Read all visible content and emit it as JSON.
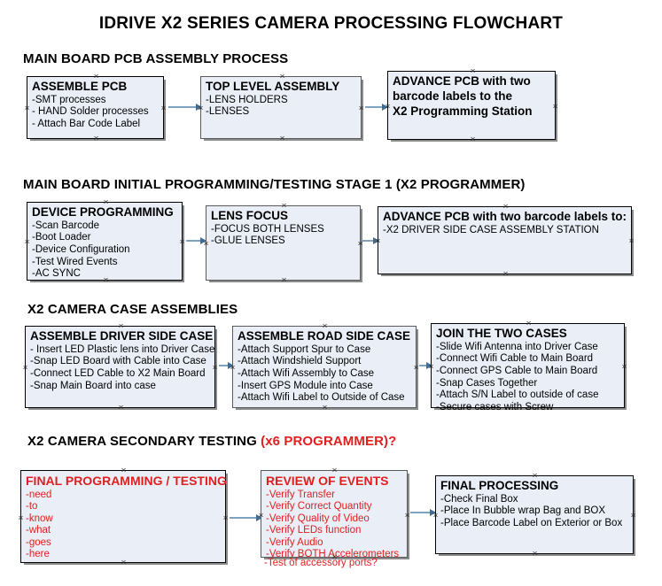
{
  "title": "IDRIVE X2  SERIES CAMERA PROCESSING FLOWCHART",
  "sections": [
    {
      "id": "main-board-pcb-assembly",
      "heading": "MAIN BOARD PCB ASSEMBLY PROCESS",
      "accent": ""
    },
    {
      "id": "main-board-initial-programming",
      "heading": "MAIN BOARD INITIAL PROGRAMMING/TESTING STAGE 1 (X2 PROGRAMMER)",
      "accent": ""
    },
    {
      "id": "x2-camera-case-assemblies",
      "heading": "X2 CAMERA CASE ASSEMBLIES",
      "accent": ""
    },
    {
      "id": "x2-camera-secondary-testing",
      "heading": "X2 CAMERA SECONDARY TESTING ",
      "accent": "(x6 PROGRAMMER)?"
    }
  ],
  "boxes": [
    {
      "id": "assemble-pcb",
      "title": "ASSEMBLE PCB",
      "lines": [
        "-SMT processes",
        "- HAND Solder processes",
        "- Attach Bar Code Label"
      ]
    },
    {
      "id": "top-level-assembly",
      "title": "TOP LEVEL ASSEMBLY",
      "lines": [
        "-LENS HOLDERS",
        "-LENSES"
      ]
    },
    {
      "id": "advance-pcb-programming-station",
      "title": "ADVANCE PCB with two",
      "lines": [
        "barcode labels to the",
        " X2 Programming Station"
      ]
    },
    {
      "id": "device-programming",
      "title": "DEVICE PROGRAMMING",
      "lines": [
        "-Scan Barcode",
        "-Boot Loader",
        "-Device Configuration",
        "-Test Wired Events",
        "-AC SYNC"
      ]
    },
    {
      "id": "lens-focus",
      "title": "LENS FOCUS",
      "lines": [
        "-FOCUS BOTH LENSES",
        "-GLUE LENSES"
      ]
    },
    {
      "id": "advance-pcb-driver-side",
      "title": "ADVANCE PCB with two barcode labels to:",
      "lines": [
        "-X2 DRIVER  SIDE  CASE  ASSEMBLY STATION"
      ]
    },
    {
      "id": "assemble-driver-side-case",
      "title": "ASSEMBLE DRIVER SIDE CASE",
      "lines": [
        "- Insert LED Plastic lens into Driver Case",
        "-Snap LED Board with Cable into Case",
        "-Connect LED Cable to X2 Main Board",
        "-Snap Main Board into case"
      ]
    },
    {
      "id": "assemble-road-side-case",
      "title": "ASSEMBLE ROAD SIDE CASE",
      "lines": [
        "-Attach Support Spur to Case",
        "-Attach Windshield Support",
        "-Attach Wifi Assembly to Case",
        "-Insert GPS Module into Case",
        "-Attach Wifi Label to Outside of Case"
      ]
    },
    {
      "id": "join-the-two-cases",
      "title": "JOIN THE TWO CASES",
      "lines": [
        "-Slide Wifi Antenna into Driver Case",
        "-Connect Wifi Cable to Main Board",
        "-Connect GPS Cable to Main Board",
        "-Snap Cases Together",
        "-Attach S/N Label to outside of case",
        "-Secure cases with Screw"
      ]
    },
    {
      "id": "final-programming-testing",
      "title": "FINAL PROGRAMMING / TESTING",
      "lines": [
        "-need",
        "-to",
        "-know",
        "-what",
        "-goes",
        "-here"
      ]
    },
    {
      "id": "review-of-events",
      "title": "REVIEW OF EVENTS",
      "lines": [
        "-Verify Transfer",
        "-Verify Correct Quantity",
        "-Verify Quality of Video",
        "-Verify LEDs function",
        "-Verify Audio",
        "-Verify BOTH Accelerometers"
      ],
      "overflow_line": "-Test of accessory ports?"
    },
    {
      "id": "final-processing",
      "title": "FINAL PROCESSING",
      "lines": [
        " -Check Final Box",
        "-Place In Bubble wrap Bag and BOX",
        "-Place Barcode Label on Exterior or Box"
      ]
    }
  ],
  "colors": {
    "box_fill": "#e9eef7",
    "box_border": "#000000",
    "box_shadow": "#8b8b8b",
    "text": "#000000",
    "accent_red": "#e02020",
    "arrow": "#7ea3c0",
    "arrow_head": "#3f6d94"
  }
}
